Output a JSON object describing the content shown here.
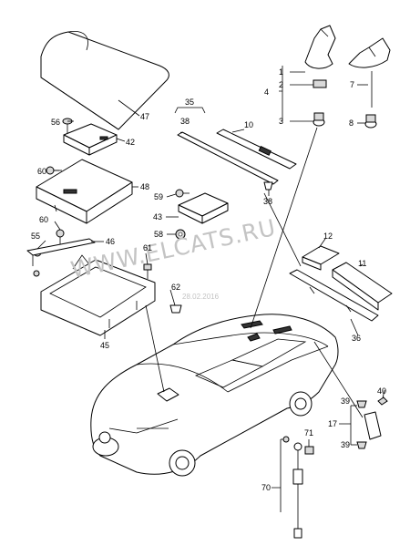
{
  "watermark": {
    "site": "WWW.ELCATS.RU",
    "date": "28.02.2016"
  },
  "callouts": {
    "c1": "1",
    "c2": "2",
    "c3": "3",
    "c4": "4",
    "c7": "7",
    "c8": "8",
    "c10": "10",
    "c11": "11",
    "c12": "12",
    "c17": "17",
    "c35": "35",
    "c36": "36",
    "c38a": "38",
    "c38b": "38",
    "c39a": "39",
    "c39b": "39",
    "c40": "40",
    "c42": "42",
    "c43": "43",
    "c45": "45",
    "c46": "46",
    "c47": "47",
    "c48": "48",
    "c55": "55",
    "c56": "56",
    "c58": "58",
    "c59": "59",
    "c60a": "60",
    "c60b": "60",
    "c61": "61",
    "c62": "62",
    "c70": "70",
    "c71": "71"
  }
}
